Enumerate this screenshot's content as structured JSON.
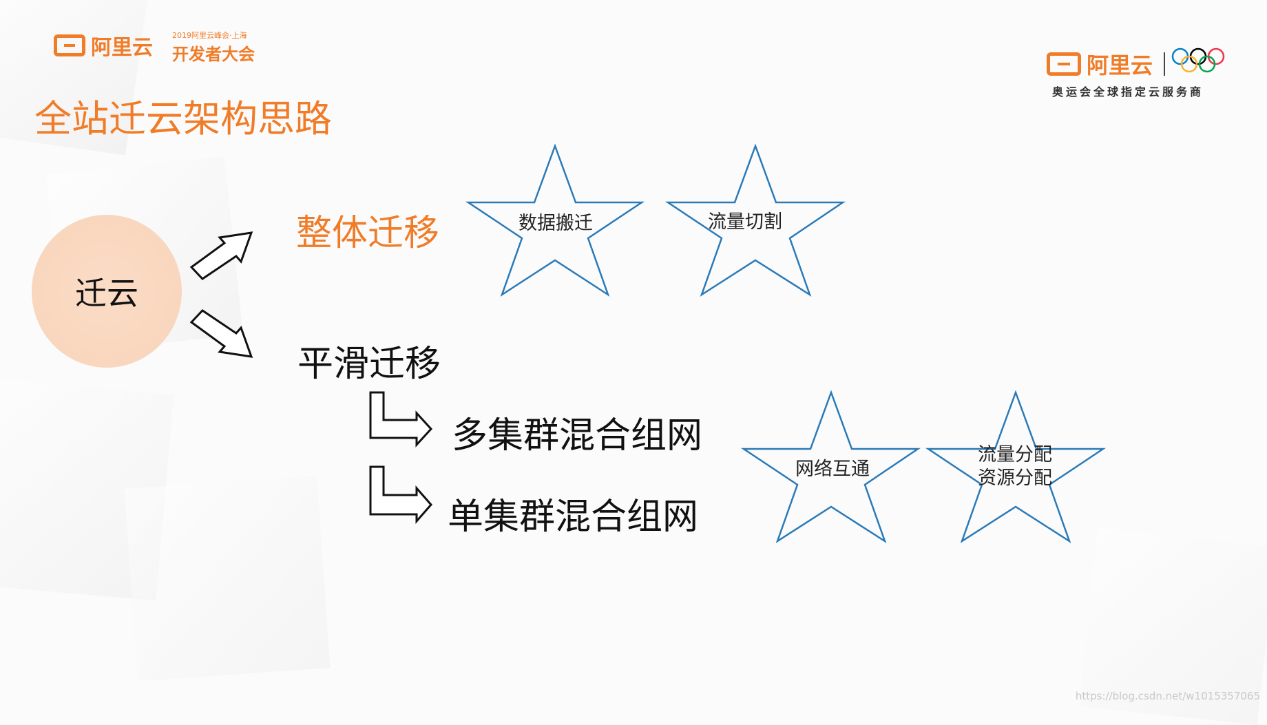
{
  "header": {
    "brand_left": "阿里云",
    "event_year_line": "2019阿里云峰会·上海",
    "event_name": "开发者大会",
    "brand_right": "阿里云",
    "olympic_caption": "奥运会全球指定云服务商"
  },
  "slide": {
    "title": "全站迁云架构思路",
    "center_node": "迁云",
    "branch_whole": "整体迁移",
    "branch_smooth": "平滑迁移",
    "sub_multi": "多集群混合组网",
    "sub_single": "单集群混合组网",
    "stars": {
      "data_move": "数据搬迁",
      "traffic_cut": "流量切割",
      "network": "网络互通",
      "traffic_alloc": "流量分配",
      "resource_alloc": "资源分配"
    }
  },
  "footer": {
    "watermark": "https://blog.csdn.net/w1015357065"
  },
  "colors": {
    "accent": "#f07c28",
    "star_stroke": "#2a7ab8",
    "circle_fill": "#f9d6bd"
  }
}
